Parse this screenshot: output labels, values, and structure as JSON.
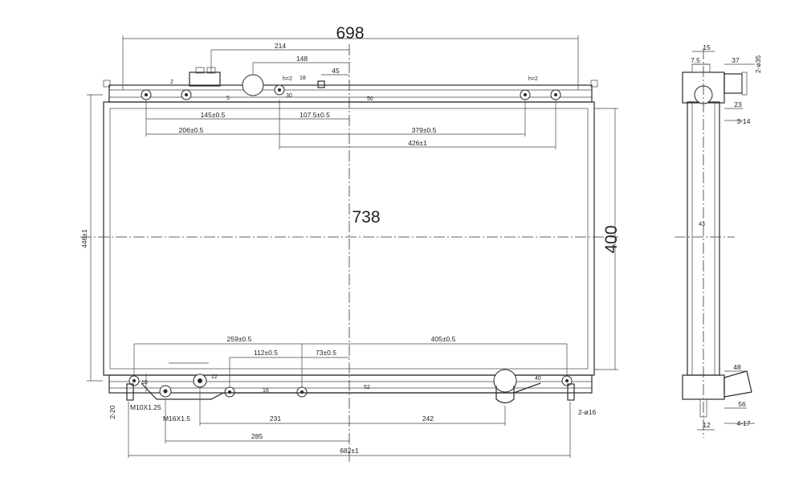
{
  "front_view": {
    "overall_width": "698",
    "core_width": "738",
    "core_height": "400",
    "overall_height": "446±1",
    "top_dims": [
      "214",
      "148",
      "45",
      "h=2",
      "h=2",
      "145±0.5",
      "107.5±0.5",
      "206±0.5",
      "379±0.5",
      "426±1"
    ],
    "small_vertical": [
      "2",
      "5",
      "50",
      "30",
      "18"
    ],
    "bottom_dims": [
      "259±0.5",
      "112±0.5",
      "73±0.5",
      "405±0.5",
      "231",
      "242",
      "285",
      "682±1"
    ],
    "bottom_small": [
      "10",
      "22",
      "16",
      "52",
      "40"
    ],
    "side_labels": [
      "2-20",
      "2-ø16"
    ],
    "thread_labels": [
      "M10X1.25",
      "M16X1.5"
    ]
  },
  "side_view": {
    "dims": [
      "15",
      "7.5",
      "37",
      "2-ø35",
      "23",
      "3-14",
      "43",
      "48",
      "56",
      "4-17",
      "12"
    ]
  }
}
